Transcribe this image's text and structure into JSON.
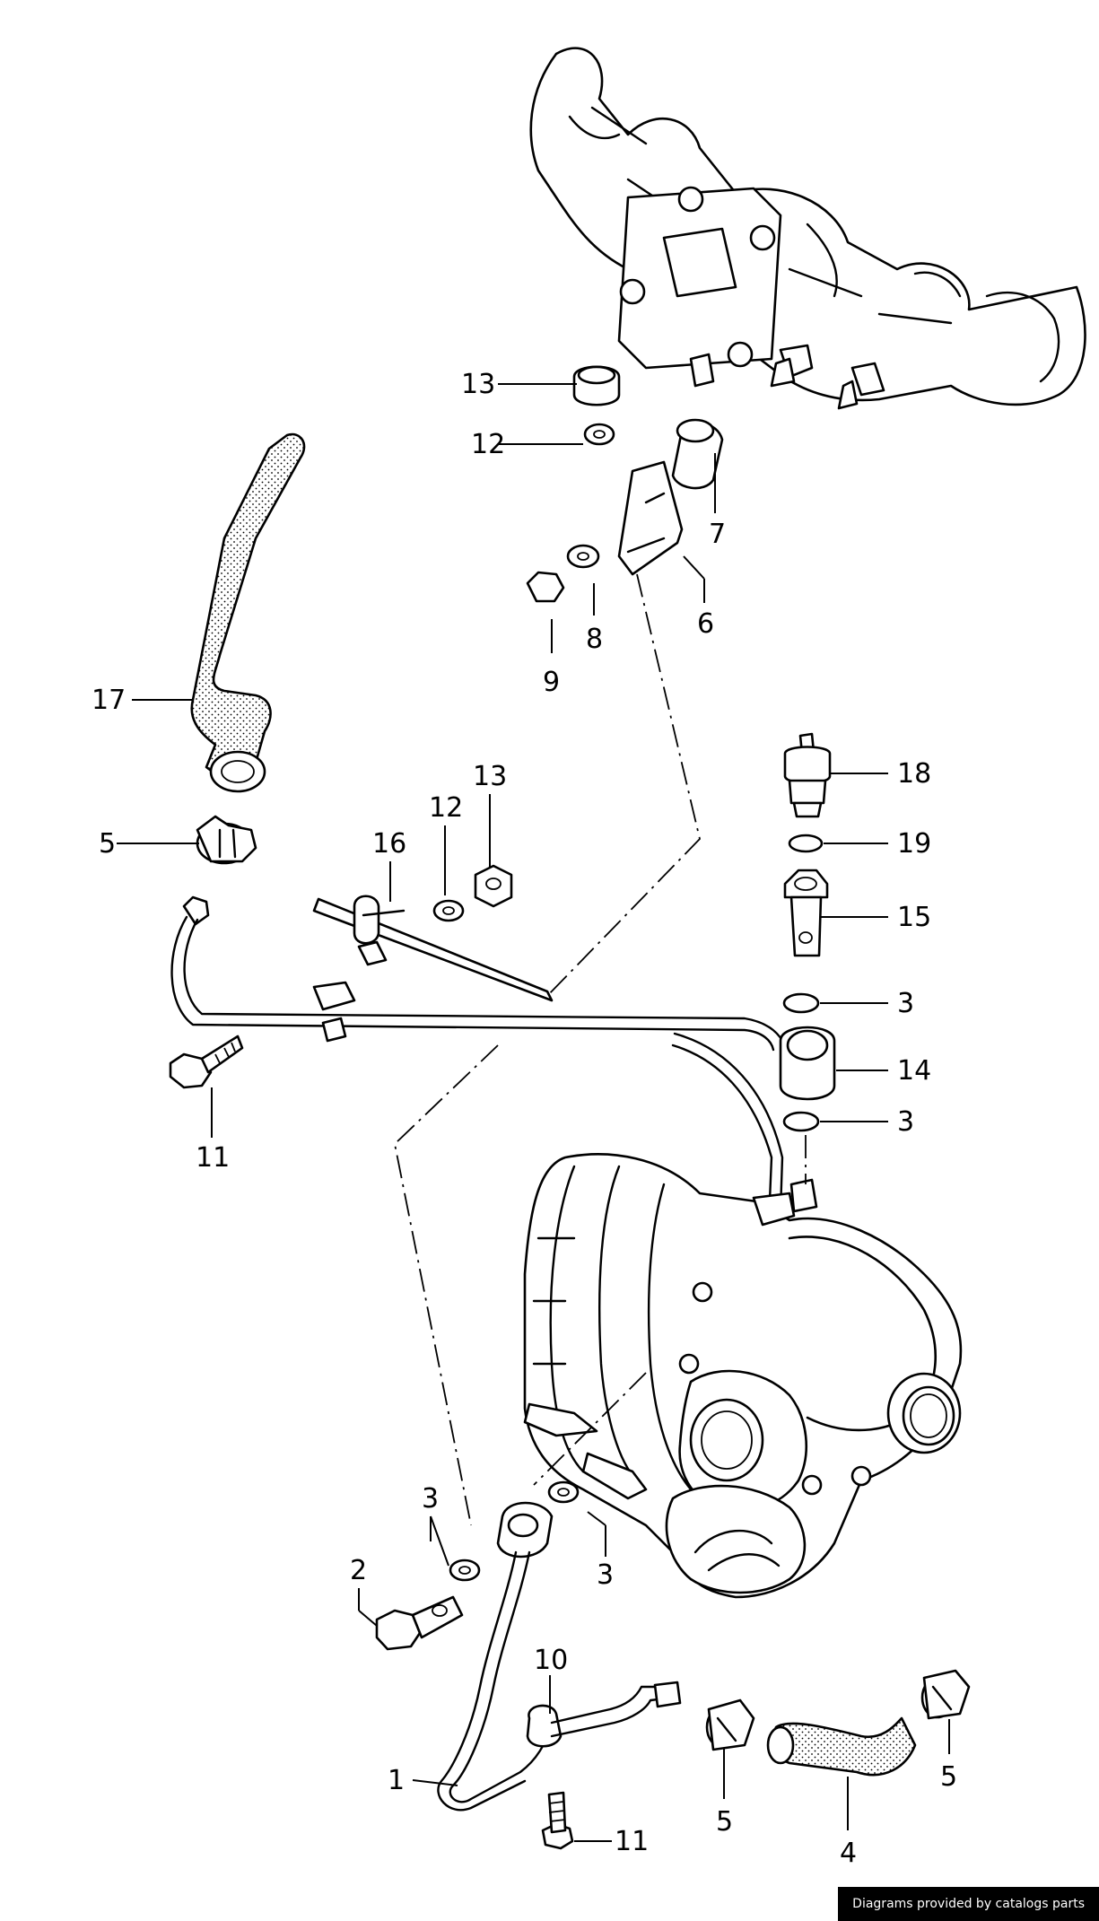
{
  "callouts": [
    {
      "id": "c13a",
      "text": "13"
    },
    {
      "id": "c12a",
      "text": "12"
    },
    {
      "id": "c7",
      "text": "7"
    },
    {
      "id": "c6",
      "text": "6"
    },
    {
      "id": "c8",
      "text": "8"
    },
    {
      "id": "c9",
      "text": "9"
    },
    {
      "id": "c17",
      "text": "17"
    },
    {
      "id": "c5a",
      "text": "5"
    },
    {
      "id": "c16",
      "text": "16"
    },
    {
      "id": "c12b",
      "text": "12"
    },
    {
      "id": "c13b",
      "text": "13"
    },
    {
      "id": "c18",
      "text": "18"
    },
    {
      "id": "c19",
      "text": "19"
    },
    {
      "id": "c15",
      "text": "15"
    },
    {
      "id": "c3a",
      "text": "3"
    },
    {
      "id": "c14",
      "text": "14"
    },
    {
      "id": "c3b",
      "text": "3"
    },
    {
      "id": "c11a",
      "text": "11"
    },
    {
      "id": "c3c",
      "text": "3"
    },
    {
      "id": "c2",
      "text": "2"
    },
    {
      "id": "c3d",
      "text": "3"
    },
    {
      "id": "c10",
      "text": "10"
    },
    {
      "id": "c1",
      "text": "1"
    },
    {
      "id": "c11b",
      "text": "11"
    },
    {
      "id": "c5b",
      "text": "5"
    },
    {
      "id": "c4",
      "text": "4"
    },
    {
      "id": "c5c",
      "text": "5"
    }
  ],
  "credit": {
    "text": "Diagrams provided by catalogs parts"
  }
}
